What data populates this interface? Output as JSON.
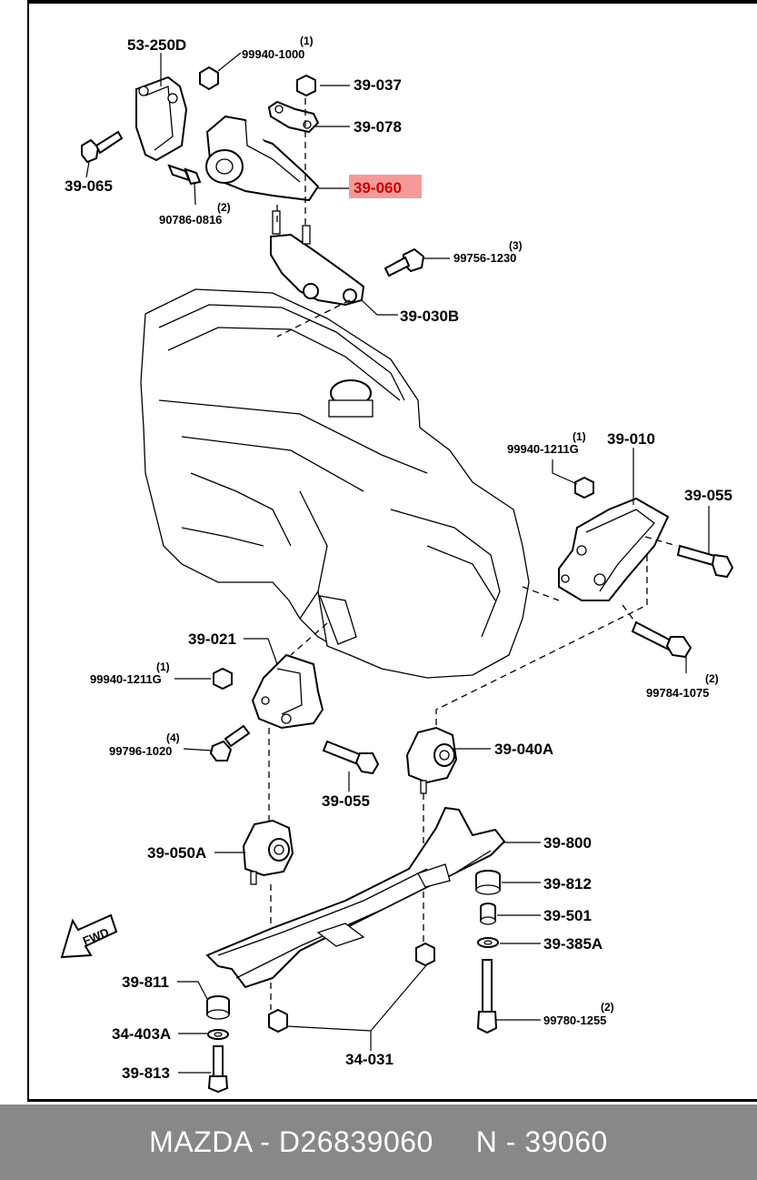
{
  "highlight_color": "#f59a9a",
  "highlight_text_color": "#cc0000",
  "footer": {
    "text": "MAZDA - D26839060     N - 39060",
    "background": "#888888"
  },
  "labels": {
    "p53_250d": "53-250D",
    "p99940_1000": "99940-1000",
    "q1_a": "(1)",
    "p39_037": "39-037",
    "p39_078": "39-078",
    "p39_065": "39-065",
    "p39_060": "39-060",
    "p90786_0816": "90786-0816",
    "q2_a": "(2)",
    "p99756_1230": "99756-1230",
    "q3_a": "(3)",
    "p39_030b": "39-030B",
    "p99940_1211g_a": "99940-1211G",
    "q1_b": "(1)",
    "p39_010": "39-010",
    "p39_055_a": "39-055",
    "p99784_1075": "99784-1075",
    "q2_b": "(2)",
    "p39_021": "39-021",
    "p99940_1211g_b": "99940-1211G",
    "q1_c": "(1)",
    "p99796_1020": "99796-1020",
    "q4": "(4)",
    "p39_055_b": "39-055",
    "p39_040a": "39-040A",
    "p39_050a": "39-050A",
    "p39_800": "39-800",
    "p39_812": "39-812",
    "p39_501": "39-501",
    "p39_385a": "39-385A",
    "p39_811": "39-811",
    "p34_403a": "34-403A",
    "p39_813": "39-813",
    "p34_031": "34-031",
    "p99780_1255": "99780-1255",
    "q2_c": "(2)",
    "fwd": "FWD"
  }
}
